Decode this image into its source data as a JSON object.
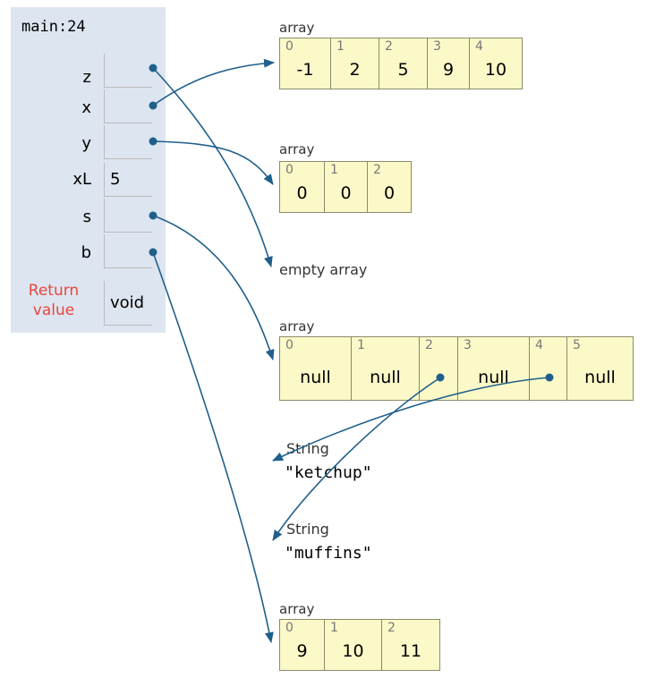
{
  "frame": {
    "title": "main:24",
    "variables": [
      {
        "name": "z",
        "value": ""
      },
      {
        "name": "x",
        "value": ""
      },
      {
        "name": "y",
        "value": ""
      },
      {
        "name": "xL",
        "value": "5"
      },
      {
        "name": "s",
        "value": ""
      },
      {
        "name": "b",
        "value": ""
      }
    ],
    "return_label": "Return\nvalue",
    "return_value": "void"
  },
  "objects": {
    "arr1": {
      "label": "array",
      "indices": [
        "0",
        "1",
        "2",
        "3",
        "4"
      ],
      "values": [
        "-1",
        "2",
        "5",
        "9",
        "10"
      ]
    },
    "arr2": {
      "label": "array",
      "indices": [
        "0",
        "1",
        "2"
      ],
      "values": [
        "0",
        "0",
        "0"
      ]
    },
    "empty": {
      "label": "empty array"
    },
    "arr3": {
      "label": "array",
      "indices": [
        "0",
        "1",
        "2",
        "3",
        "4",
        "5"
      ],
      "values": [
        "null",
        "null",
        "",
        "null",
        "",
        "null"
      ]
    },
    "str1": {
      "label": "String",
      "value": "\"ketchup\""
    },
    "str2": {
      "label": "String",
      "value": "\"muffins\""
    },
    "arr4": {
      "label": "array",
      "indices": [
        "0",
        "1",
        "2"
      ],
      "values": [
        "9",
        "10",
        "11"
      ]
    }
  },
  "colors": {
    "frame_bg": "#dde5f0",
    "cell_bg": "#fcf9c8",
    "pointer": "#1f5f8b",
    "return_label": "#e8463c"
  }
}
